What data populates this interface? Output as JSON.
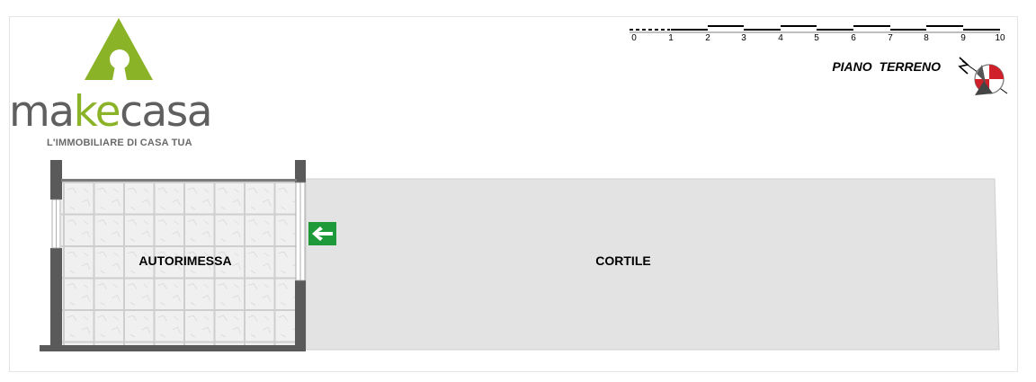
{
  "brand": {
    "name_prefix": "ma",
    "name_accent": "ke",
    "name_suffix": "casa",
    "tagline": "L'IMMOBILIARE DI CASA TUA",
    "accent_color": "#8bb327",
    "text_color": "#5f5f5f"
  },
  "scale_bar": {
    "labels": [
      "0",
      "1",
      "2",
      "3",
      "4",
      "5",
      "6",
      "7",
      "8",
      "9",
      "10"
    ]
  },
  "floor": {
    "title": "PIANO  TERRENO"
  },
  "rooms": {
    "garage": "AUTORIMESSA",
    "courtyard": "CORTILE"
  },
  "icons": {
    "north": "north-arrow-icon",
    "exit": "exit-arrow-icon",
    "logo_mark": "house-keyhole-icon"
  },
  "colors": {
    "wall": "#5a5a5a",
    "courtyard_fill": "#e3e3e3",
    "tile_fill": "#f0f0f0",
    "exit_green": "#1f9a3a",
    "north_red": "#d0202a"
  }
}
